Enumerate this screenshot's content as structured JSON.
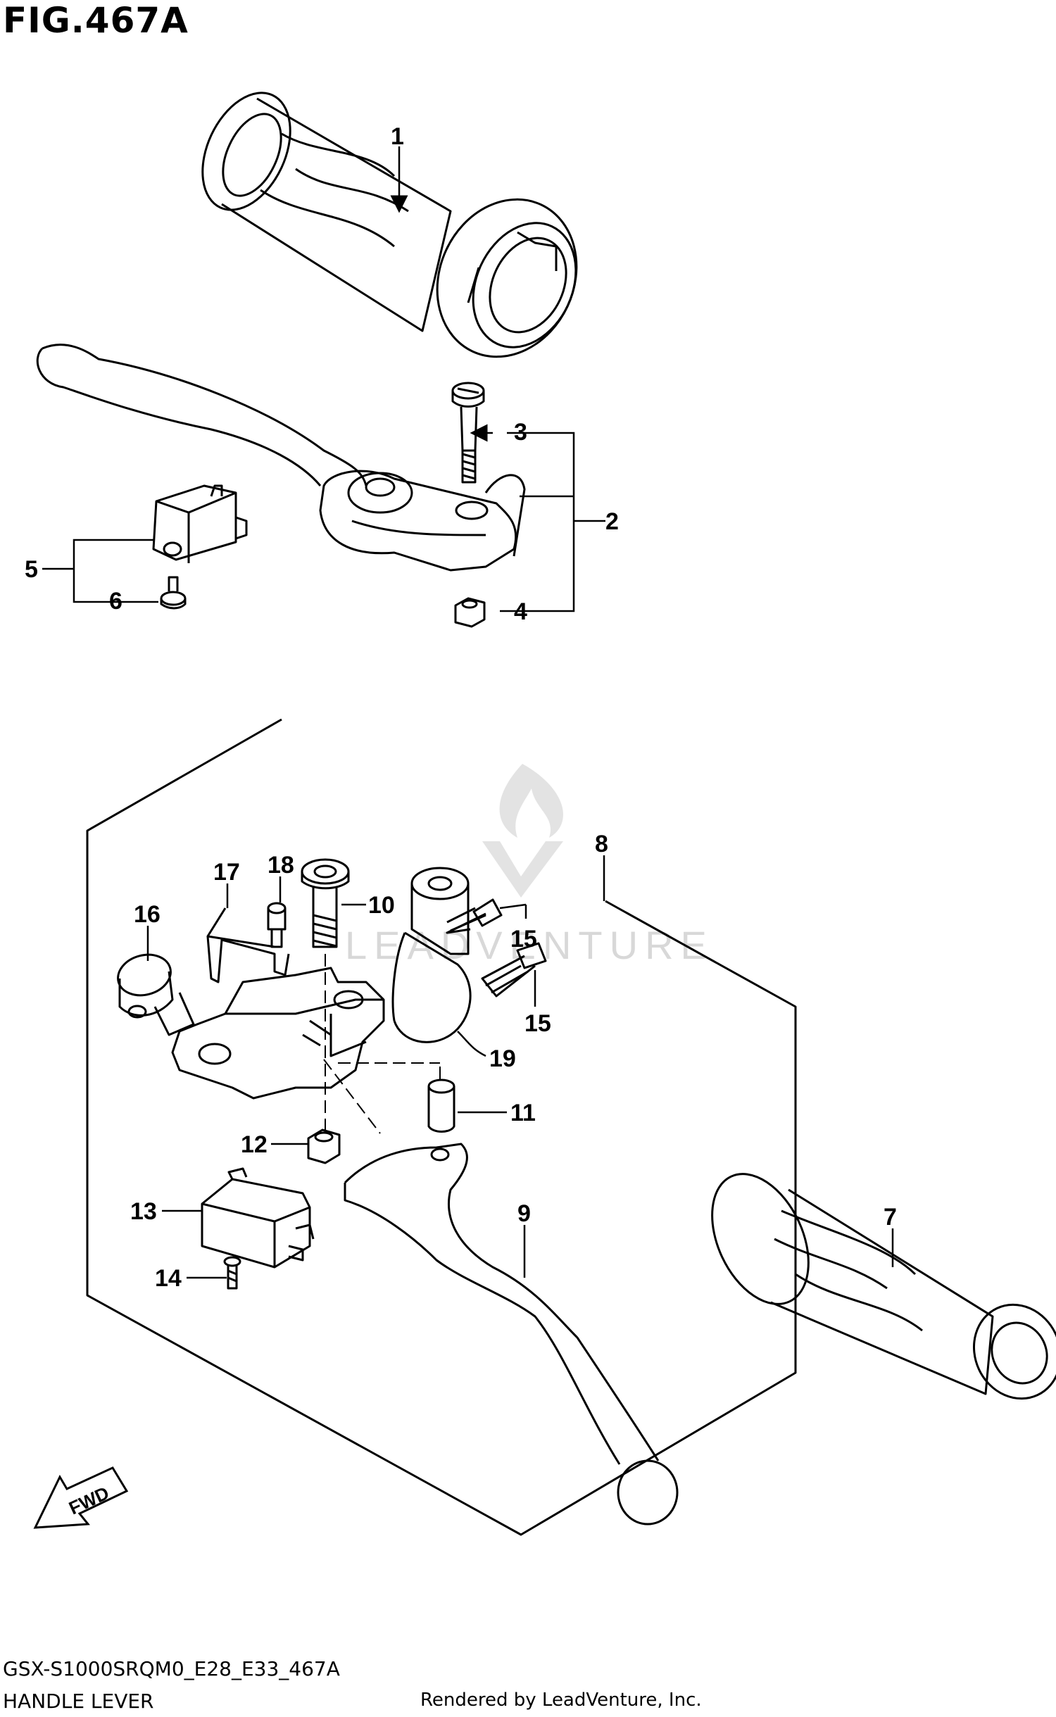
{
  "header": {
    "figure_title": "FIG.467A"
  },
  "footer": {
    "model_code": "GSX-S1000SRQM0_E28_E33_467A",
    "section_name": "HANDLE LEVER",
    "credit": "Rendered by LeadVenture, Inc."
  },
  "watermark": {
    "text": "LEADVENTURE"
  },
  "direction_marker": {
    "text": "FWD"
  },
  "callouts": [
    {
      "id": "p1",
      "label": "1"
    },
    {
      "id": "p2",
      "label": "2"
    },
    {
      "id": "p3",
      "label": "3"
    },
    {
      "id": "p4",
      "label": "4"
    },
    {
      "id": "p5",
      "label": "5"
    },
    {
      "id": "p6",
      "label": "6"
    },
    {
      "id": "p7",
      "label": "7"
    },
    {
      "id": "p8",
      "label": "8"
    },
    {
      "id": "p9",
      "label": "9"
    },
    {
      "id": "p10",
      "label": "10"
    },
    {
      "id": "p11",
      "label": "11"
    },
    {
      "id": "p12",
      "label": "12"
    },
    {
      "id": "p13",
      "label": "13"
    },
    {
      "id": "p14",
      "label": "14"
    },
    {
      "id": "p15a",
      "label": "15"
    },
    {
      "id": "p15b",
      "label": "15"
    },
    {
      "id": "p16",
      "label": "16"
    },
    {
      "id": "p17",
      "label": "17"
    },
    {
      "id": "p18",
      "label": "18"
    },
    {
      "id": "p19",
      "label": "19"
    }
  ]
}
